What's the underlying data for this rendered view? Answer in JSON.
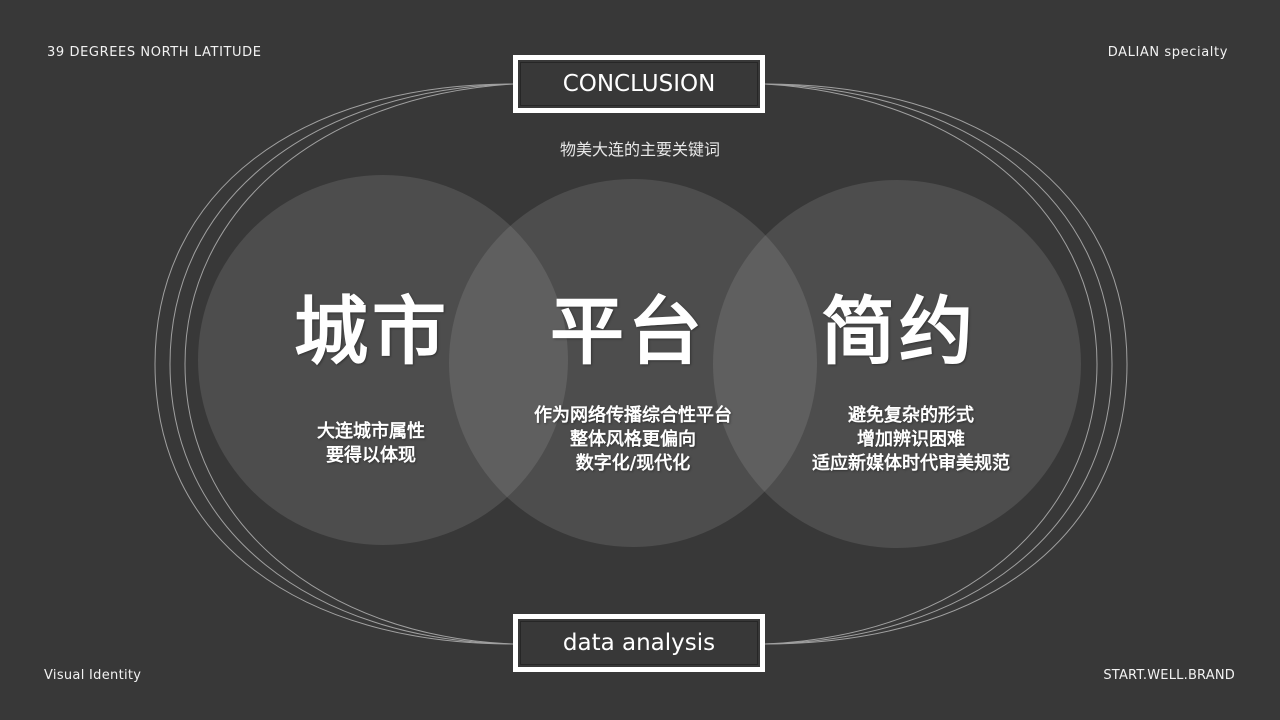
{
  "corners": {
    "top_left": "39 DEGREES NORTH LATITUDE",
    "top_right": "DALIAN specialty",
    "bottom_left": "Visual Identity",
    "bottom_right": "START.WELL.BRAND"
  },
  "header": {
    "title": "CONCLUSION",
    "subtitle": "物美大连的主要关键词"
  },
  "footer": {
    "label": "data analysis"
  },
  "colors": {
    "background": "#383838",
    "circle_fill": "#4e4e4e",
    "circle_overlap": "#5e5e5e",
    "text": "#ffffff",
    "outline": "#9a9a9a"
  },
  "keywords": [
    {
      "title": "城市",
      "lines": [
        "大连城市属性",
        "要得以体现"
      ]
    },
    {
      "title": "平台",
      "lines": [
        "作为网络传播综合性平台",
        "整体风格更偏向",
        "数字化/现代化"
      ]
    },
    {
      "title": "简约",
      "lines": [
        "避免复杂的形式",
        "增加辨识困难",
        "适应新媒体时代审美规范"
      ]
    }
  ]
}
